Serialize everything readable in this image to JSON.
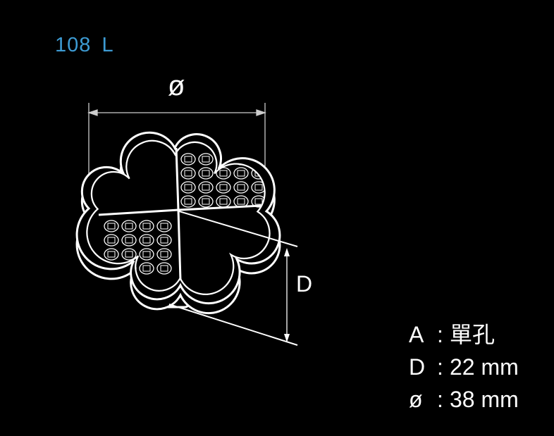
{
  "title": "108 L",
  "dimension_labels": {
    "diameter_symbol": "ø",
    "depth_symbol": "D"
  },
  "specs": [
    {
      "key": "A",
      "sep": ":",
      "value": "單孔"
    },
    {
      "key": "D",
      "sep": ":",
      "value": "22 mm"
    },
    {
      "key": "ø",
      "sep": ":",
      "value": "38 mm"
    }
  ],
  "colors": {
    "title": "#3d9bd3",
    "line": "#ffffff",
    "background": "#000000"
  }
}
